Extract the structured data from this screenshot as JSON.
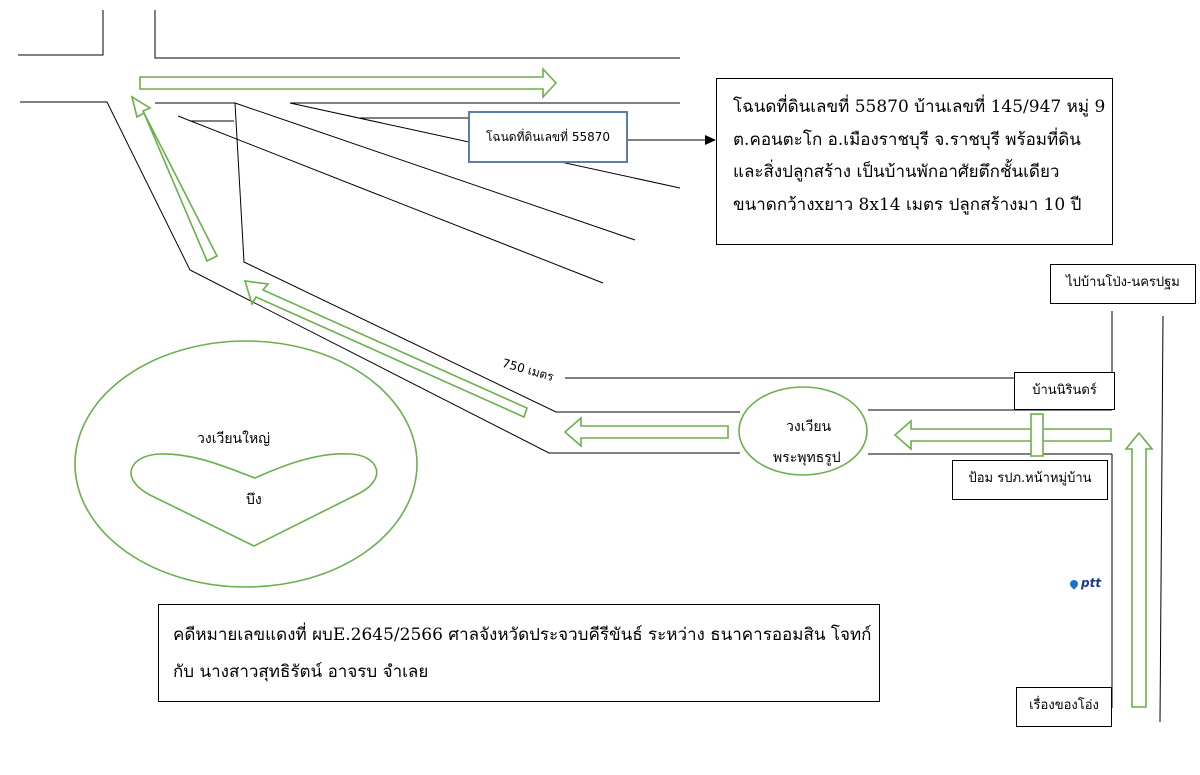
{
  "property_box": {
    "lines": [
      "โฉนดที่ดินเลขที่ 55870 บ้านเลขที่ 145/947 หมู่ 9",
      "ต.คอนตะโก อ.เมืองราชบุรี จ.ราชบุรี พร้อมที่ดิน",
      "และสิ่งปลูกสร้าง เป็นบ้านพักอาศัยตึกชั้นเดียว",
      "ขนาดกว้างxยาว 8x14 เมตร ปลูกสร้างมา 10 ปี"
    ]
  },
  "deed_label": "โฉนดที่ดินเลขที่ 55870",
  "case_box": {
    "lines": [
      "คดีหมายเลขแดงที่ ผบE.2645/2566 ศาลจังหวัดประจวบคีรีขันธ์ ระหว่าง ธนาคารออมสิน โจทก์",
      "กับ นางสาวสุทธิรัตน์ อาจรบ จำเลย"
    ]
  },
  "labels": {
    "to_bangpong": "ไปบ้านโป่ง-นครปฐม",
    "baan_nirin": "บ้านนิรินดร์",
    "pom": "ป้อม รปภ.หน้าหมู่บ้าน",
    "ruang": "เรื่องของโอ่ง",
    "big_circle": "วงเวียนใหญ่",
    "bueng": "บึง",
    "pra_circle_line1": "วงเวียน",
    "pra_circle_line2": "พระพุทธรูป",
    "distance": "750 เมตร",
    "ptt": "ptt"
  },
  "colors": {
    "route_arrow": "#6ab04c",
    "road_line": "#000000",
    "deed_border": "#5b7fa8",
    "ptt_brand": "#1b3a8c"
  }
}
